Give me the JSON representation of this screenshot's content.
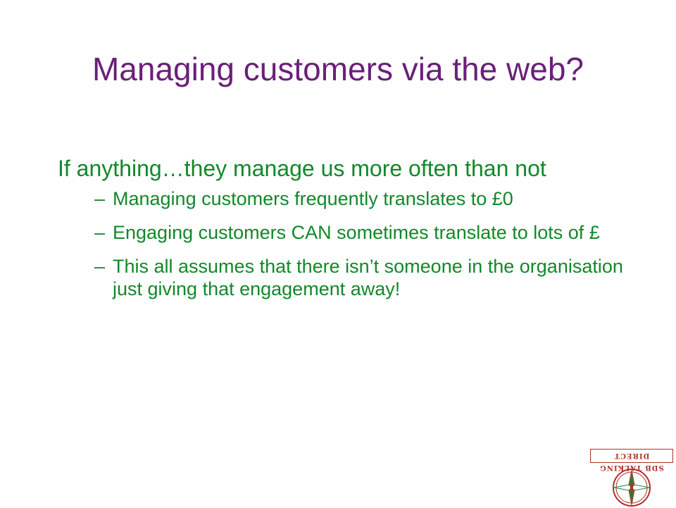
{
  "slide": {
    "title": "Managing customers via the web?",
    "bullet": "If anything…they manage us more often than not",
    "sub_bullets": [
      "Managing customers frequently translates to £0",
      "Engaging customers CAN sometimes translate to lots of £",
      "This all assumes that there isn’t someone in the organisation just giving that engagement away!"
    ],
    "dash": "–"
  },
  "logo": {
    "text": "SDB TALKING DIRECT",
    "icon": "compass-star-icon",
    "colors": {
      "red": "#b0302a",
      "green": "#1f8a3a"
    }
  },
  "colors": {
    "title": "#6b1f7a",
    "body": "#12882a"
  }
}
